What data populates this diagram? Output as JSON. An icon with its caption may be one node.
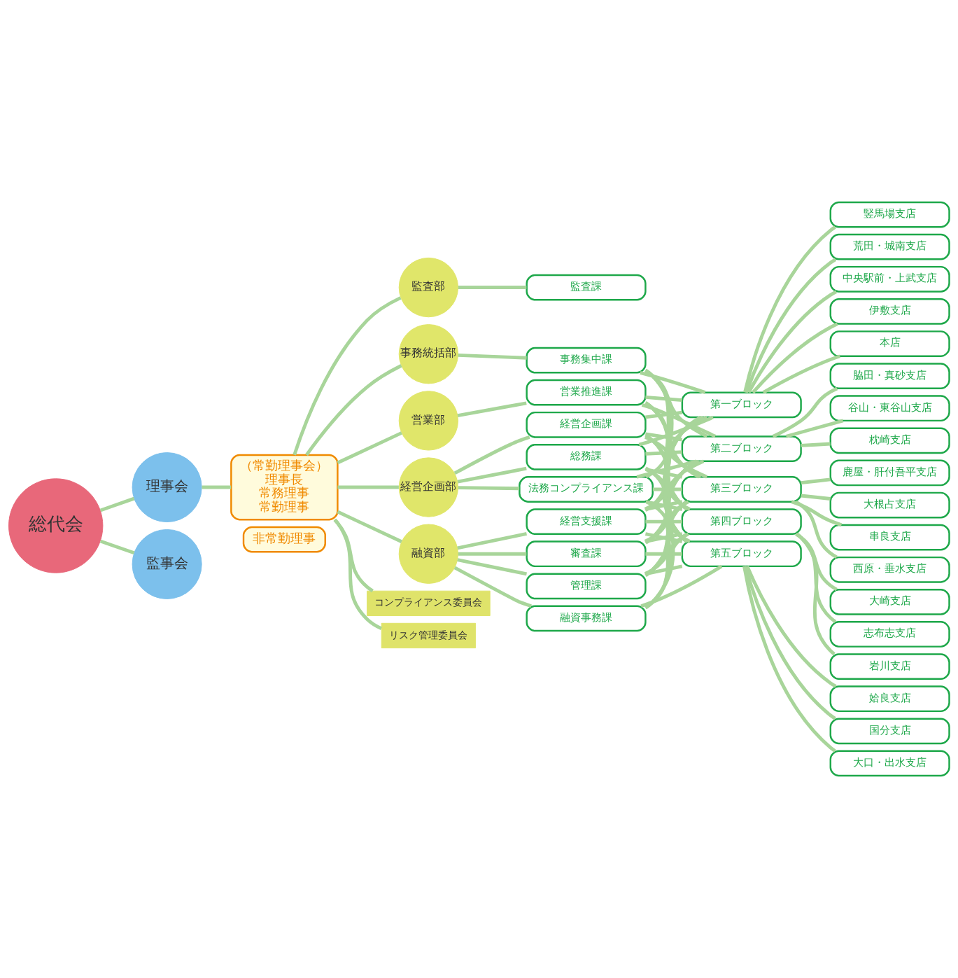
{
  "diagram": {
    "nodes": [
      {
        "text": [
          "総代会"
        ]
      },
      {
        "text": [
          "理事会"
        ]
      },
      {
        "text": [
          "監事会"
        ]
      },
      {
        "text": [
          "（常勤理事会）",
          "理事長",
          "常務理事",
          "常勤理事"
        ]
      },
      {
        "text": [
          "非常勤理事"
        ]
      },
      {
        "text": [
          "監査部"
        ]
      },
      {
        "text": [
          "経営企画部"
        ]
      },
      {
        "text": [
          "融資部"
        ]
      },
      {
        "text": [
          "事務統括部"
        ]
      },
      {
        "text": [
          "営業部"
        ]
      },
      {
        "text": [
          "コンプライアンス委員会"
        ]
      },
      {
        "text": [
          "リスク管理委員会"
        ]
      },
      {
        "text": [
          "監査課"
        ]
      },
      {
        "text": [
          "経営企画課"
        ]
      },
      {
        "text": [
          "総務課"
        ]
      },
      {
        "text": [
          "法務コンプライアンス課"
        ]
      },
      {
        "text": [
          "審査課"
        ]
      },
      {
        "text": [
          "管理課"
        ]
      },
      {
        "text": [
          "融資事務課"
        ]
      },
      {
        "text": [
          "経営支援課"
        ]
      },
      {
        "text": [
          "事務集中課"
        ]
      },
      {
        "text": [
          "営業推進課"
        ]
      },
      {
        "text": [
          "第一ブロック"
        ]
      },
      {
        "text": [
          "本店"
        ]
      },
      {
        "text": [
          "竪馬場支店"
        ]
      },
      {
        "text": [
          "荒田・城南支店"
        ]
      },
      {
        "text": [
          "中央駅前・上武支店"
        ]
      },
      {
        "text": [
          "伊敷支店"
        ]
      },
      {
        "text": [
          "第二ブロック"
        ]
      },
      {
        "text": [
          "脇田・真砂支店"
        ]
      },
      {
        "text": [
          "谷山・東谷山支店"
        ]
      },
      {
        "text": [
          "枕崎支店"
        ]
      },
      {
        "text": [
          "第三ブロック"
        ]
      },
      {
        "text": [
          "串良支店"
        ]
      },
      {
        "text": [
          "西原・垂水支店"
        ]
      },
      {
        "text": [
          "鹿屋・肝付吾平支店"
        ]
      },
      {
        "text": [
          "大根占支店"
        ]
      },
      {
        "text": [
          "第四ブロック"
        ]
      },
      {
        "text": [
          "大崎支店"
        ]
      },
      {
        "text": [
          "志布志支店"
        ]
      },
      {
        "text": [
          "岩川支店"
        ]
      },
      {
        "text": [
          "第五ブロック"
        ]
      },
      {
        "text": [
          "姶良支店"
        ]
      },
      {
        "text": [
          "国分支店"
        ]
      },
      {
        "text": [
          "大口・出水支店"
        ]
      }
    ],
    "edges": [
      {
        "from": 0,
        "to": 1,
        "arrow": "none"
      },
      {
        "from": 0,
        "to": 2,
        "arrow": "none"
      },
      {
        "from": 1,
        "to": 3,
        "arrow": "none"
      },
      {
        "from": 3,
        "to": 5,
        "arrow": "none"
      },
      {
        "from": 3,
        "to": 6,
        "arrow": "none"
      },
      {
        "from": 3,
        "to": 7,
        "arrow": "none"
      },
      {
        "from": 3,
        "to": 8,
        "arrow": "none"
      },
      {
        "from": 3,
        "to": 9,
        "arrow": "none"
      },
      {
        "from": 3,
        "to": 10,
        "arrow": "none"
      },
      {
        "from": 3,
        "to": 11,
        "arrow": "none"
      },
      {
        "from": 5,
        "to": 12,
        "arrow": "none"
      },
      {
        "from": 6,
        "to": 13,
        "arrow": "none"
      },
      {
        "from": 6,
        "to": 14,
        "arrow": "none"
      },
      {
        "from": 6,
        "to": 15,
        "arrow": "none"
      },
      {
        "from": 7,
        "to": 16,
        "arrow": "none"
      },
      {
        "from": 7,
        "to": 17,
        "arrow": "none"
      },
      {
        "from": 7,
        "to": 18,
        "arrow": "none"
      },
      {
        "from": 7,
        "to": 19,
        "arrow": "none"
      },
      {
        "from": 8,
        "to": 20,
        "arrow": "none"
      },
      {
        "from": 9,
        "to": 21,
        "arrow": "none"
      },
      {
        "from": 13,
        "to": 22,
        "arrow": "none"
      },
      {
        "from": 13,
        "to": 28,
        "arrow": "none"
      },
      {
        "from": 13,
        "to": 32,
        "arrow": "none"
      },
      {
        "from": 13,
        "to": 37,
        "arrow": "none"
      },
      {
        "from": 13,
        "to": 41,
        "arrow": "none"
      },
      {
        "from": 14,
        "to": 22,
        "arrow": "none"
      },
      {
        "from": 14,
        "to": 28,
        "arrow": "none"
      },
      {
        "from": 14,
        "to": 32,
        "arrow": "none"
      },
      {
        "from": 14,
        "to": 37,
        "arrow": "none"
      },
      {
        "from": 14,
        "to": 41,
        "arrow": "none"
      },
      {
        "from": 15,
        "to": 22,
        "arrow": "none"
      },
      {
        "from": 15,
        "to": 28,
        "arrow": "none"
      },
      {
        "from": 15,
        "to": 32,
        "arrow": "none"
      },
      {
        "from": 15,
        "to": 37,
        "arrow": "none"
      },
      {
        "from": 15,
        "to": 41,
        "arrow": "none"
      },
      {
        "from": 16,
        "to": 22,
        "arrow": "none"
      },
      {
        "from": 16,
        "to": 28,
        "arrow": "none"
      },
      {
        "from": 16,
        "to": 32,
        "arrow": "none"
      },
      {
        "from": 16,
        "to": 37,
        "arrow": "none"
      },
      {
        "from": 16,
        "to": 41,
        "arrow": "none"
      },
      {
        "from": 17,
        "to": 22,
        "arrow": "none"
      },
      {
        "from": 17,
        "to": 28,
        "arrow": "none"
      },
      {
        "from": 17,
        "to": 32,
        "arrow": "none"
      },
      {
        "from": 17,
        "to": 37,
        "arrow": "none"
      },
      {
        "from": 17,
        "to": 41,
        "arrow": "none"
      },
      {
        "from": 18,
        "to": 22,
        "arrow": "none"
      },
      {
        "from": 18,
        "to": 28,
        "arrow": "none"
      },
      {
        "from": 18,
        "to": 32,
        "arrow": "none"
      },
      {
        "from": 18,
        "to": 37,
        "arrow": "none"
      },
      {
        "from": 18,
        "to": 41,
        "arrow": "none"
      },
      {
        "from": 19,
        "to": 22,
        "arrow": "none"
      },
      {
        "from": 19,
        "to": 28,
        "arrow": "none"
      },
      {
        "from": 19,
        "to": 32,
        "arrow": "none"
      },
      {
        "from": 19,
        "to": 37,
        "arrow": "none"
      },
      {
        "from": 19,
        "to": 41,
        "arrow": "none"
      },
      {
        "from": 20,
        "to": 22,
        "arrow": "none"
      },
      {
        "from": 20,
        "to": 28,
        "arrow": "none"
      },
      {
        "from": 20,
        "to": 32,
        "arrow": "none"
      },
      {
        "from": 20,
        "to": 37,
        "arrow": "none"
      },
      {
        "from": 20,
        "to": 41,
        "arrow": "none"
      },
      {
        "from": 21,
        "to": 22,
        "arrow": "none"
      },
      {
        "from": 21,
        "to": 28,
        "arrow": "none"
      },
      {
        "from": 21,
        "to": 32,
        "arrow": "none"
      },
      {
        "from": 21,
        "to": 37,
        "arrow": "none"
      },
      {
        "from": 21,
        "to": 41,
        "arrow": "none"
      },
      {
        "from": 22,
        "to": 23,
        "arrow": "none"
      },
      {
        "from": 22,
        "to": 24,
        "arrow": "none"
      },
      {
        "from": 22,
        "to": 25,
        "arrow": "none"
      },
      {
        "from": 22,
        "to": 26,
        "arrow": "none"
      },
      {
        "from": 22,
        "to": 27,
        "arrow": "none"
      },
      {
        "from": 28,
        "to": 29,
        "arrow": "none"
      },
      {
        "from": 28,
        "to": 30,
        "arrow": "none"
      },
      {
        "from": 28,
        "to": 31,
        "arrow": "none"
      },
      {
        "from": 32,
        "to": 33,
        "arrow": "none"
      },
      {
        "from": 32,
        "to": 34,
        "arrow": "none"
      },
      {
        "from": 32,
        "to": 35,
        "arrow": "none"
      },
      {
        "from": 32,
        "to": 36,
        "arrow": "none"
      },
      {
        "from": 37,
        "to": 38,
        "arrow": "none"
      },
      {
        "from": 37,
        "to": 39,
        "arrow": "none"
      },
      {
        "from": 37,
        "to": 40,
        "arrow": "none"
      },
      {
        "from": 41,
        "to": 42,
        "arrow": "none"
      },
      {
        "from": 41,
        "to": 43,
        "arrow": "none"
      },
      {
        "from": 41,
        "to": 44,
        "arrow": "none"
      }
    ]
  }
}
